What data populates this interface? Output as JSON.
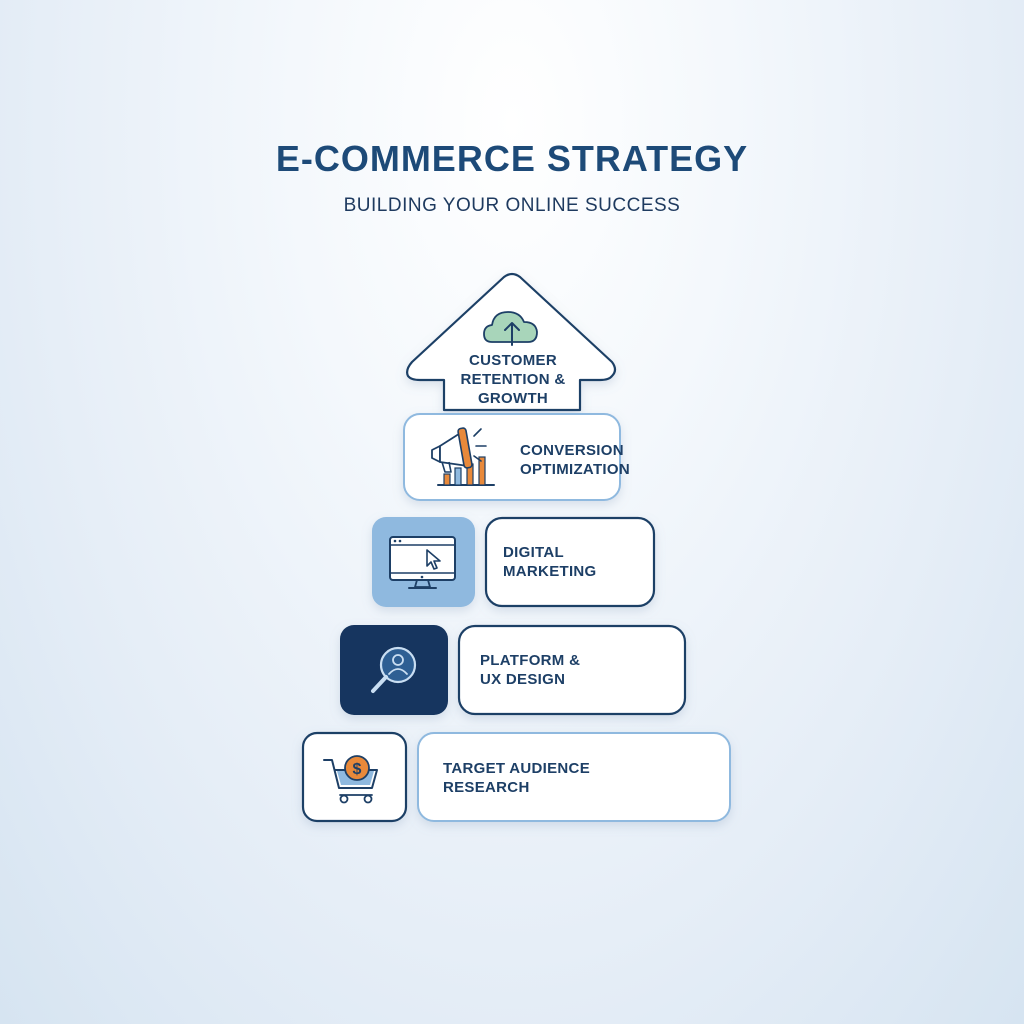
{
  "header": {
    "title": "E-COMMERCE STRATEGY",
    "subtitle": "BUILDING YOUR ONLINE SUCCESS"
  },
  "steps": [
    {
      "line1": "CUSTOMER",
      "line2": "RETENTION &",
      "line3": "GROWTH",
      "icon": "cloud-upload-icon"
    },
    {
      "line1": "CONVERSION",
      "line2": "OPTIMIZATION",
      "icon": "megaphone-chart-icon"
    },
    {
      "line1": "DIGITAL",
      "line2": "MARKETING",
      "icon": "monitor-cursor-icon"
    },
    {
      "line1": "PLATFORM &",
      "line2": "UX DESIGN",
      "icon": "user-search-icon"
    },
    {
      "line1": "TARGET AUDIENCE",
      "line2": "RESEARCH",
      "icon": "shopping-cart-dollar-icon"
    }
  ],
  "colors": {
    "navy": "#1d3f66",
    "light_blue": "#8fb9df",
    "dark_tile": "#14365e",
    "orange": "#e8893a",
    "green": "#7fbf9a"
  }
}
